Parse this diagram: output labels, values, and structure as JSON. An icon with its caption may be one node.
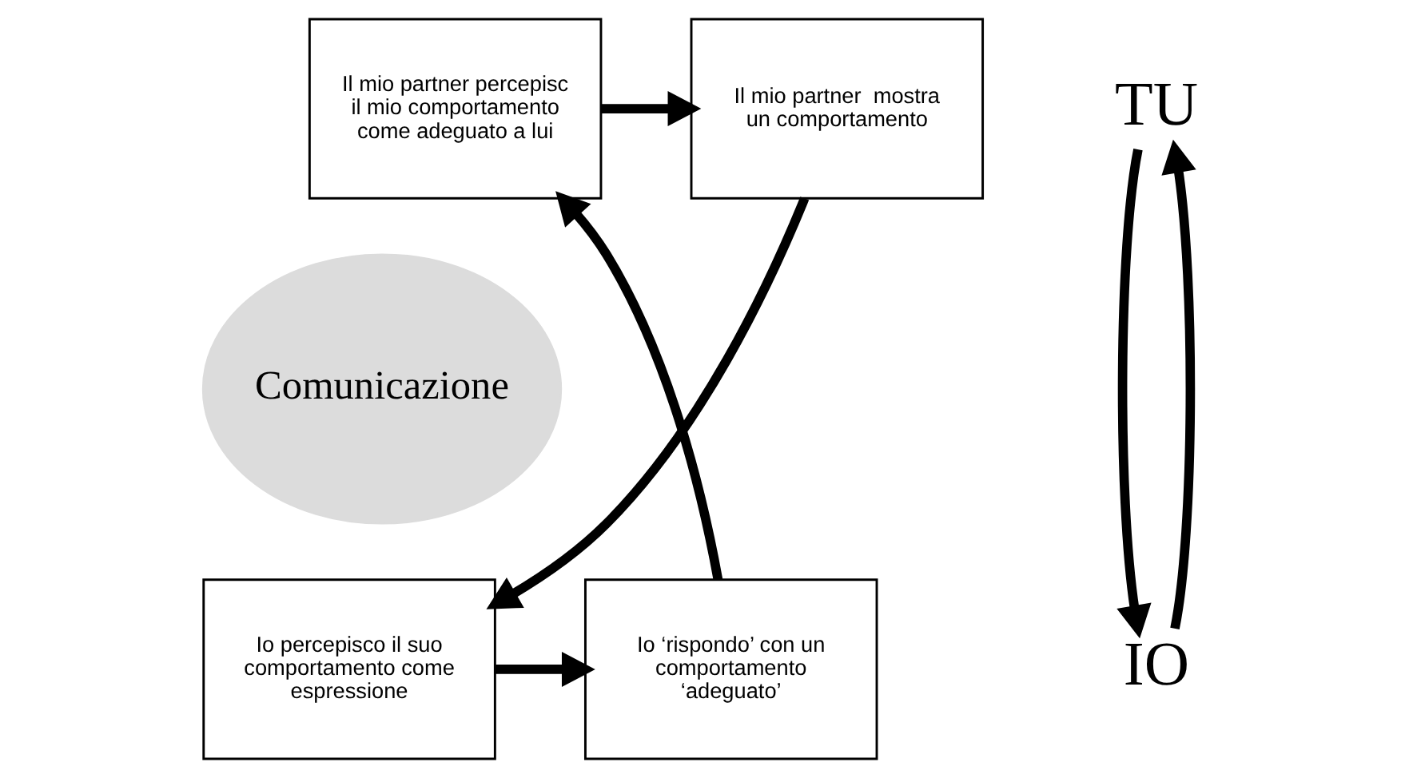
{
  "diagram": {
    "nodes": [
      {
        "text": [
          "Il mio partner  mostra un comportamento"
        ]
      },
      {
        "text": [
          "Il mio partner percepisc il mio comportamento come adeguato a lui"
        ]
      },
      {
        "text": [
          "Comunicazione"
        ]
      },
      {
        "text": [
          "Io percepisco il suo comportamento come  espressione"
        ]
      },
      {
        "text": [
          "Io ‘rispondo’ con un comportamento ‘adeguato’"
        ]
      },
      {
        "text": [
          "TU"
        ]
      },
      {
        "text": [
          "IO"
        ]
      }
    ],
    "edges": [
      {
        "from": 0,
        "to": 3,
        "arrow": "to"
      },
      {
        "from": 3,
        "to": 4,
        "arrow": "to"
      },
      {
        "from": 4,
        "to": 1,
        "arrow": "to"
      },
      {
        "from": 1,
        "to": 0,
        "arrow": "to"
      },
      {
        "from": 6,
        "to": 5,
        "arrow": "to"
      },
      {
        "from": 5,
        "to": 6,
        "arrow": "to"
      }
    ]
  }
}
